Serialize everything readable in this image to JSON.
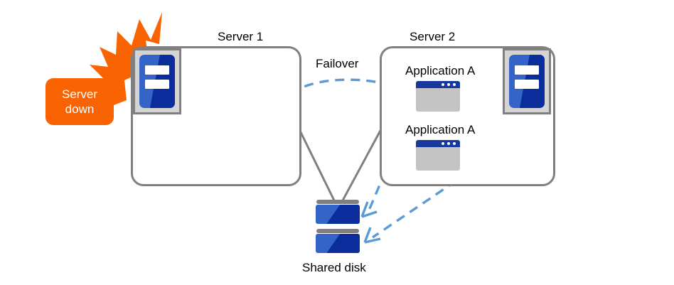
{
  "diagram": {
    "title_server1": "Server 1",
    "title_server2": "Server 2",
    "failover_label": "Failover",
    "shared_disk_label": "Shared disk",
    "server_down_line1": "Server",
    "server_down_line2": "down",
    "applications": [
      {
        "label": "Application A"
      },
      {
        "label": "Application A"
      }
    ],
    "icons": {
      "server_icon": "server-icon",
      "application_window_icon": "application-window-icon",
      "disk_icon": "shared-disk-icon",
      "explosion_icon": "explosion-burst-icon",
      "failover_arrow": "failover-dashed-arrow-icon",
      "access_arrow": "disk-access-dashed-arrow-icon",
      "connection_line": "server-disk-connection-line-icon"
    },
    "colors": {
      "accent_orange": "#f96302",
      "server_blue_light": "#3464c8",
      "server_blue_dark": "#0b2d9c",
      "arrow_blue": "#5b9bd5",
      "outline_gray": "#808080",
      "panel_gray": "#c4c4c4",
      "titlebar_navy": "#17399e",
      "text_black": "#000000"
    }
  }
}
